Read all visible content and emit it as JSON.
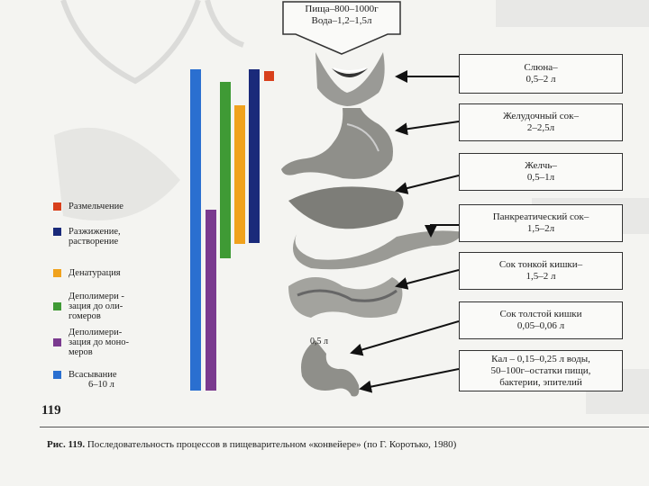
{
  "intake_box": {
    "line1": "Пища–800–1000г",
    "line2": "Вода–1,2–1,5л"
  },
  "secretions": [
    {
      "name": "Слюна–",
      "volume": "0,5–2 л"
    },
    {
      "name": "Желудочный сок–",
      "volume": "2–2,5л"
    },
    {
      "name": "Желчь–",
      "volume": "0,5–1л"
    },
    {
      "name": "Панкреатический сок–",
      "volume": "1,5–2л"
    },
    {
      "name": "Сок тонкой кишки–",
      "volume": "1,5–2 л"
    },
    {
      "name": "Сок толстой кишки",
      "volume": "0,05–0,06 л"
    }
  ],
  "feces_box": {
    "line1": "Кал – 0,15–0,25 л воды,",
    "line2": "50–100г–остатки пищи,",
    "line3": "бактерии, эпителий"
  },
  "colon_volume_label": "0,5 л",
  "legend": [
    {
      "label1": "Размельчение",
      "label2": "",
      "color": "#d8401c"
    },
    {
      "label1": "Разжижение,",
      "label2": "растворение",
      "color": "#1a2a7a"
    },
    {
      "label1": "Денатурация",
      "label2": "",
      "color": "#f0a21d"
    },
    {
      "label1": "Деполимери -",
      "label2": "зация до оли-",
      "label3": "гомеров",
      "color": "#3f9a35"
    },
    {
      "label1": "Деполимери-",
      "label2": "зация до моно-",
      "label3": "меров",
      "color": "#7a3a8f"
    },
    {
      "label1": "Всасывание",
      "label2": "6–10 л",
      "color": "#2a6fd0"
    }
  ],
  "page_number": "119",
  "caption": {
    "lead": "Рис. 119.",
    "text": " Последовательность процессов в пищеварительном «конвейере» (по Г. Коротько, 1980)"
  }
}
